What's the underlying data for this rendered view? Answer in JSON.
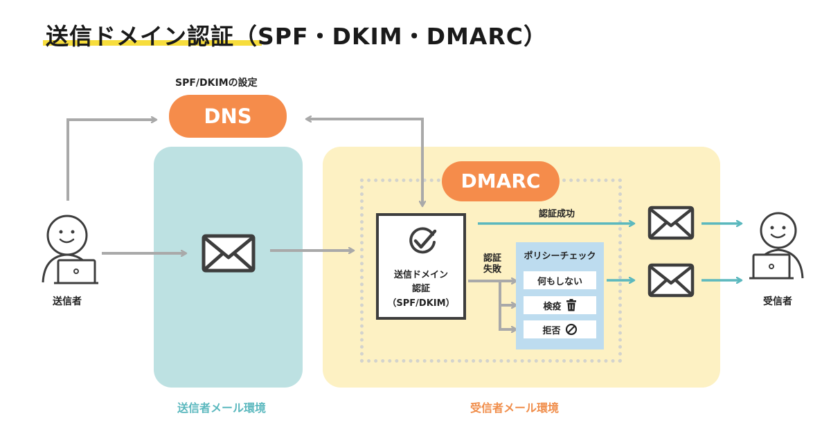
{
  "title": "送信ドメイン認証（SPF・DKIM・DMARC）",
  "dns": {
    "caption": "SPF/DKIMの設定",
    "label": "DNS"
  },
  "dmarc": {
    "label": "DMARC"
  },
  "auth_box": {
    "line1": "送信ドメイン",
    "line2": "認証",
    "line3": "（SPF/DKIM）"
  },
  "flow": {
    "success": "認証成功",
    "fail_line1": "認証",
    "fail_line2": "失敗"
  },
  "policy": {
    "title": "ポリシーチェック",
    "items": [
      {
        "label": "何もしない",
        "icon": ""
      },
      {
        "label": "検疫",
        "icon": "trash-icon"
      },
      {
        "label": "拒否",
        "icon": "prohibited-icon"
      }
    ]
  },
  "sender": {
    "label": "送信者"
  },
  "receiver": {
    "label": "受信者"
  },
  "environments": {
    "sender": "送信者メール環境",
    "receiver": "受信者メール環境"
  },
  "colors": {
    "accent_orange": "#f58c4b",
    "sender_env": "#bde1e2",
    "receiver_env": "#fdf1c3",
    "teal_arrow": "#5bb8be",
    "gray_arrow": "#a9a9a9",
    "policy_bg": "#bddcef",
    "title_highlight": "#f7dd3c"
  }
}
